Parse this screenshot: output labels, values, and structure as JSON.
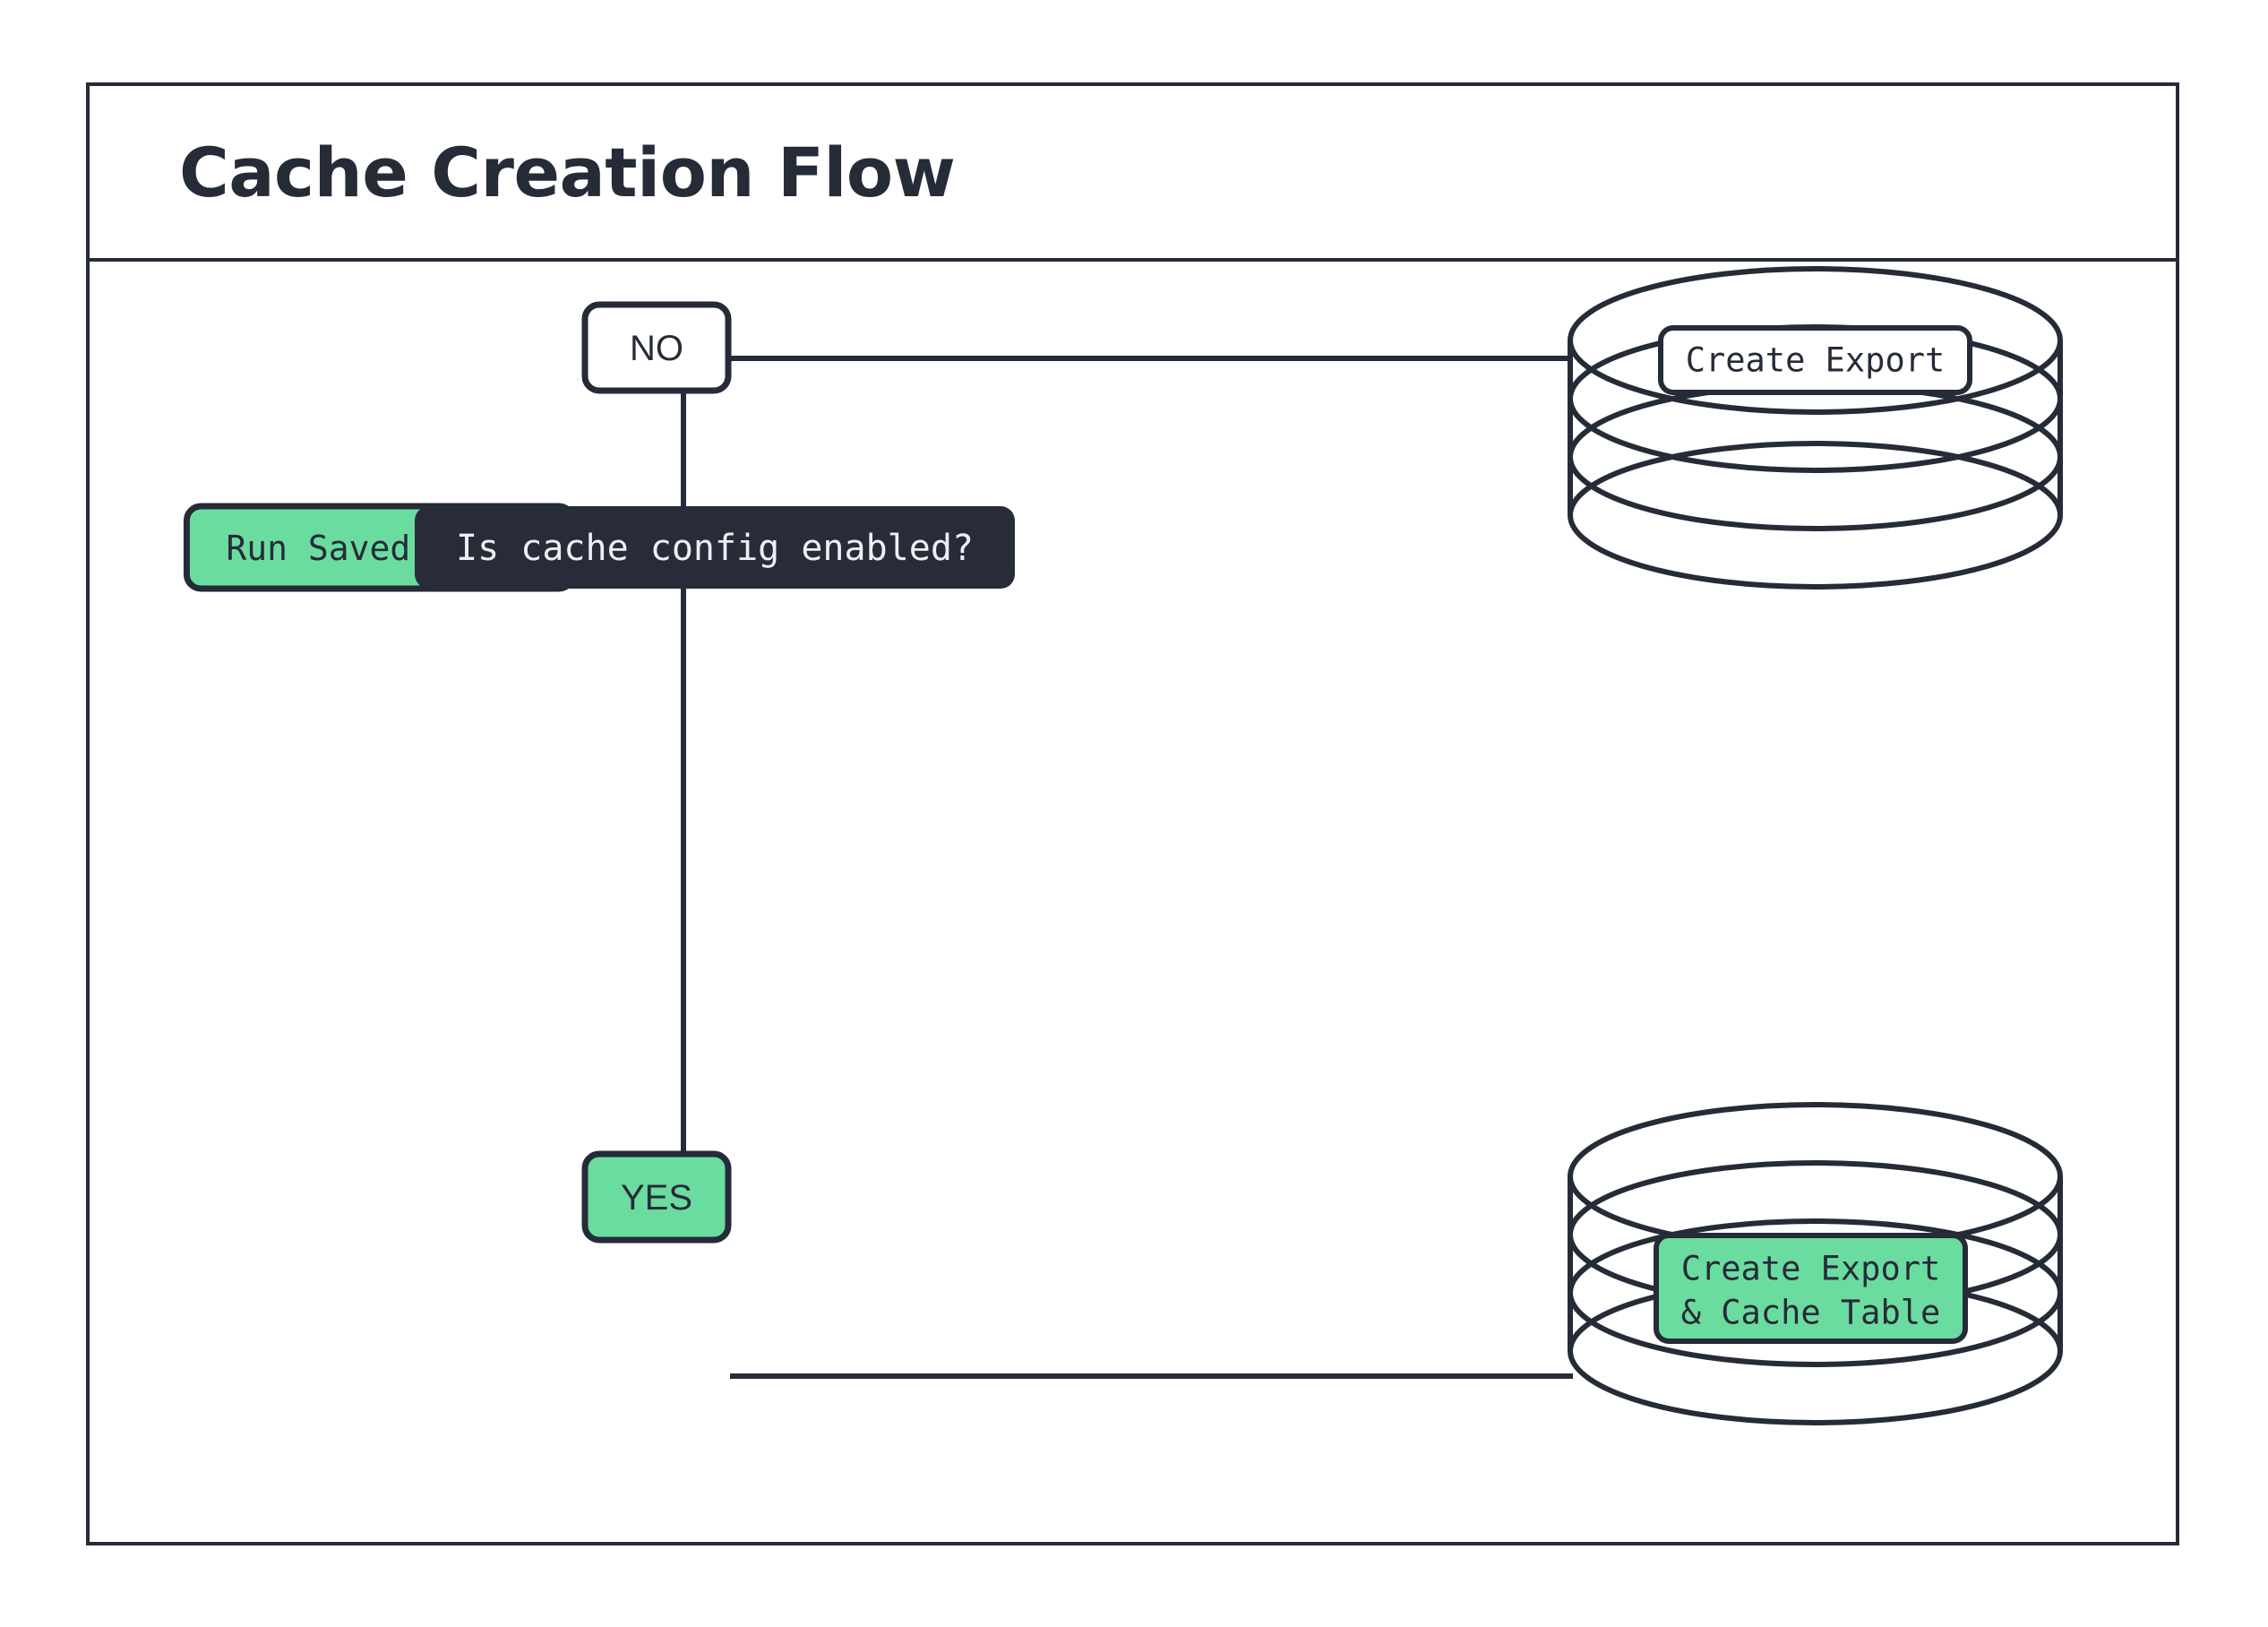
{
  "frame": {
    "title": "Cache Creation Flow"
  },
  "colors": {
    "stroke": "#262b38",
    "dark_fill": "#282c39",
    "green_fill": "#6bdca0",
    "white_fill": "#ffffff",
    "light_text": "#eceff4",
    "dark_text": "#262b38",
    "page_background": "#ffffff"
  },
  "diagram": {
    "type": "flowchart",
    "nodes": [
      {
        "id": "run-saved-query",
        "label": "Run Saved Query",
        "shape": "rounded-rect",
        "fill": "green",
        "text_style": "mono"
      },
      {
        "id": "cache-config-decision",
        "label": "Is cache config enabled?",
        "shape": "rounded-rect",
        "fill": "dark",
        "text_style": "mono"
      },
      {
        "id": "branch-no",
        "label": "NO",
        "shape": "rounded-rect",
        "fill": "white",
        "text_style": "sans"
      },
      {
        "id": "branch-yes",
        "label": "YES",
        "shape": "rounded-rect",
        "fill": "green",
        "text_style": "sans"
      },
      {
        "id": "database-export",
        "label": "Create Export",
        "shape": "cylinder",
        "fill": "white",
        "text_style": "mono"
      },
      {
        "id": "database-export-cache",
        "label_line_1": "Create Export",
        "label_line_2": "& Cache Table",
        "shape": "cylinder",
        "fill": "green",
        "text_style": "mono"
      }
    ],
    "edges": [
      {
        "from": "run-saved-query",
        "to": "cache-config-decision",
        "label": ""
      },
      {
        "from": "cache-config-decision",
        "to": "branch-no",
        "label": ""
      },
      {
        "from": "branch-no",
        "to": "database-export",
        "label": ""
      },
      {
        "from": "cache-config-decision",
        "to": "branch-yes",
        "label": ""
      },
      {
        "from": "branch-yes",
        "to": "database-export-cache",
        "label": ""
      }
    ]
  }
}
